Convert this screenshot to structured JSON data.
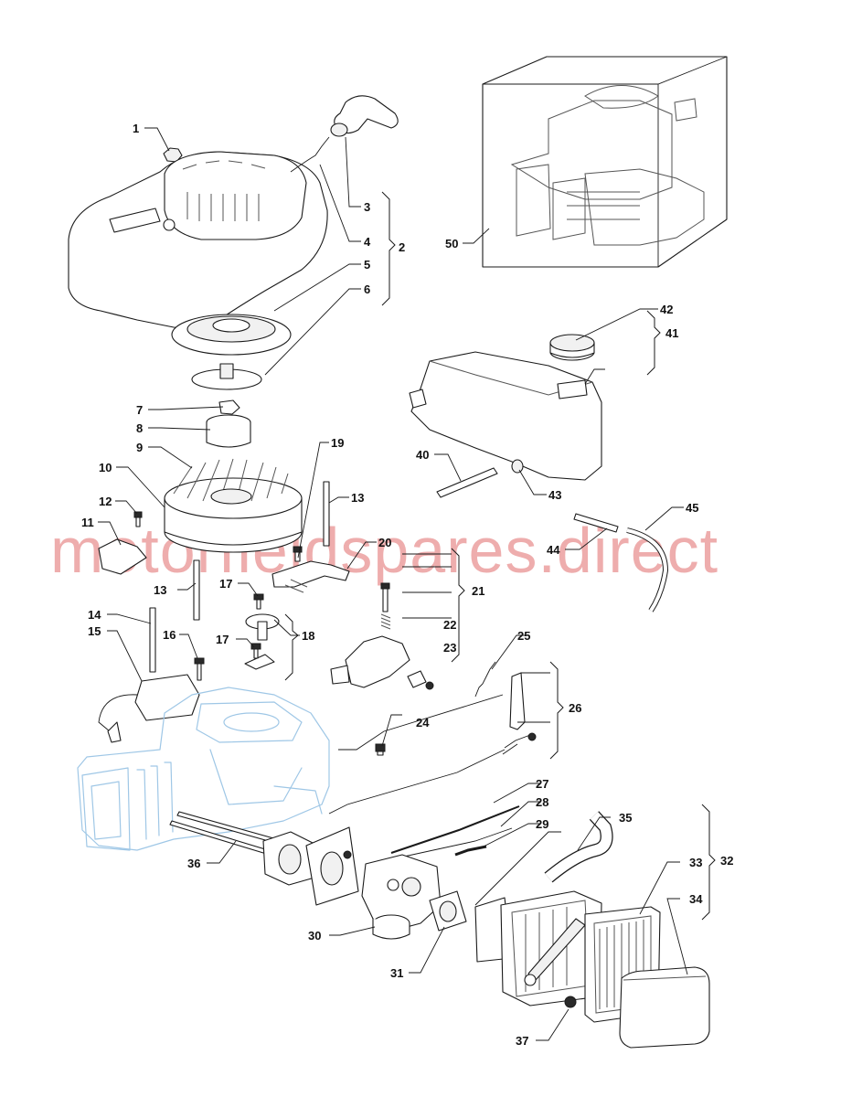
{
  "watermark": "motorfieldspares.direct",
  "colors": {
    "watermark": "#e06a6a",
    "ghost_engine": "#9fc7e6",
    "line": "#1a1a1a"
  },
  "callouts": {
    "c1": "1",
    "c2": "2",
    "c3": "3",
    "c4": "4",
    "c5": "5",
    "c6": "6",
    "c7": "7",
    "c8": "8",
    "c9": "9",
    "c10": "10",
    "c11": "11",
    "c12": "12",
    "c13a": "13",
    "c13b": "13",
    "c14": "14",
    "c15": "15",
    "c16": "16",
    "c17a": "17",
    "c17b": "17",
    "c18": "18",
    "c19": "19",
    "c20": "20",
    "c21": "21",
    "c22": "22",
    "c23": "23",
    "c24": "24",
    "c25": "25",
    "c26": "26",
    "c27": "27",
    "c28": "28",
    "c29": "29",
    "c30": "30",
    "c31": "31",
    "c32": "32",
    "c33": "33",
    "c34": "34",
    "c35": "35",
    "c36": "36",
    "c37": "37",
    "c40": "40",
    "c41": "41",
    "c42": "42",
    "c43": "43",
    "c44": "44",
    "c45": "45",
    "c50": "50"
  }
}
